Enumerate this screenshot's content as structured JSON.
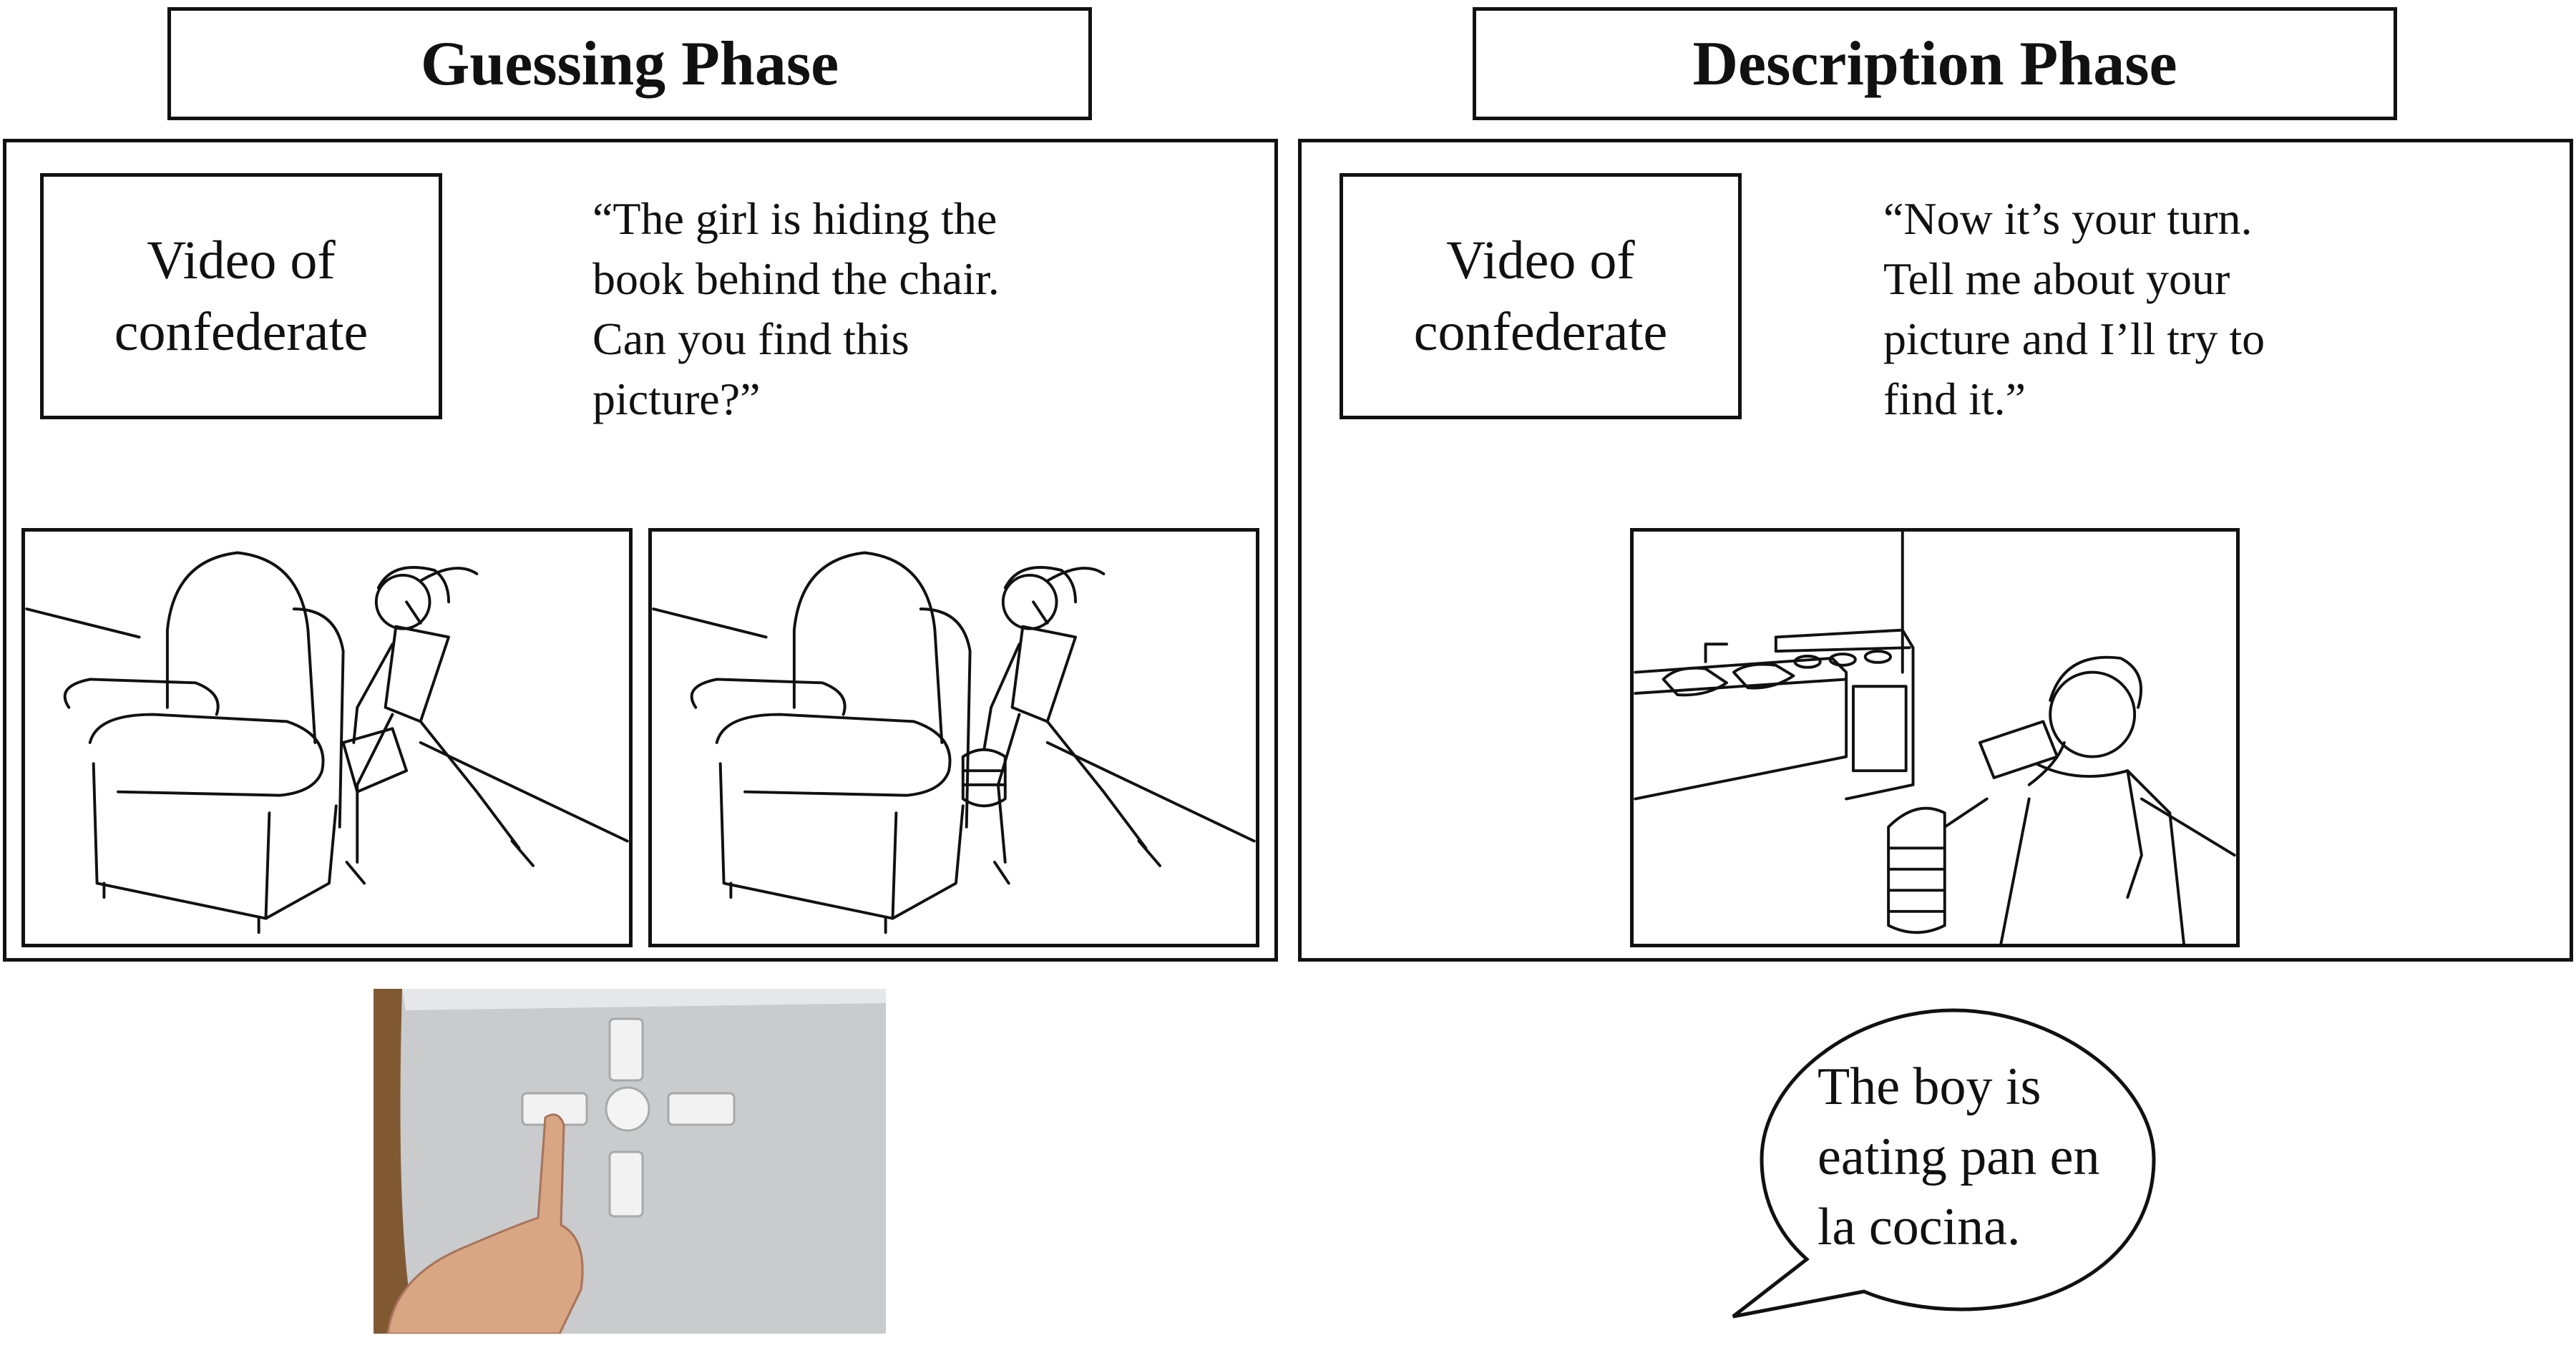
{
  "guessing": {
    "title": "Guessing Phase",
    "video_label_line1": "Video of",
    "video_label_line2": "confederate",
    "quote_lines": [
      "“The girl is hiding the",
      "book behind the chair.",
      "Can you find this",
      "picture?”"
    ]
  },
  "description": {
    "title": "Description Phase",
    "video_label_line1": "Video of",
    "video_label_line2": "confederate",
    "quote_lines": [
      "“Now it’s your turn.",
      "Tell me about your",
      "picture and I’ll try to",
      "find it.”"
    ],
    "speech_lines": [
      "The boy is",
      "eating pan en",
      "la cocina."
    ]
  },
  "colors": {
    "line": "#111111",
    "wood": "#8a6238",
    "button_box": "#c9cbcd",
    "skin": "#d9a684"
  }
}
